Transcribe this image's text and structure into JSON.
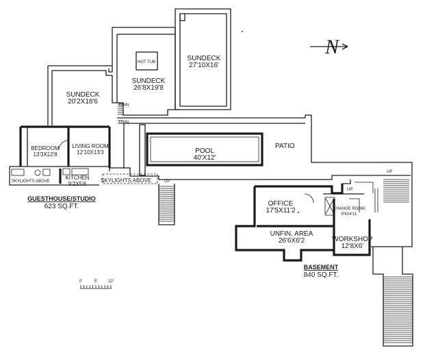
{
  "rooms": {
    "sundeck_top": {
      "name": "SUNDECK",
      "size": "27'10X16'"
    },
    "hot_tub": "HOT TUB",
    "sundeck_mid": {
      "name": "SUNDECK",
      "size": "26'8X19'8"
    },
    "sundeck_left": {
      "name": "SUNDECK",
      "size": "20'2X18'6"
    },
    "bedroom": {
      "name": "BEDROOM",
      "size": "13'3X12'8"
    },
    "living_room": {
      "name": "LIVING ROOM",
      "size": "12'10X13'3"
    },
    "kitchen": {
      "name": "KITCHEN",
      "size": "9'2X5'6"
    },
    "pool": {
      "name": "POOL",
      "size": "40'X12'"
    },
    "patio": "PATIO",
    "office": {
      "name": "OFFICE",
      "size": "17'5X11'2"
    },
    "change_room": {
      "name": "CHANGE ROOM",
      "size": "8'6X4'11"
    },
    "unfinished_area": {
      "name": "UNFIN. AREA",
      "size": "26'6X6'2"
    },
    "workshop": {
      "name": "WORKSHOP",
      "size": "12'8X6'"
    }
  },
  "annotations": {
    "skylights_left": "SKYLIGHTS ABOVE",
    "skylights_right": "SKYLIGHTS ABOVE",
    "dwn_1": "DWN",
    "dwn_2": "DWN",
    "up_stair_left": "UP",
    "up_stair_right": "UP",
    "up_small": "UP"
  },
  "areas": {
    "guesthouse": {
      "name": "GUESTHOUSE/STUDIO",
      "sqft": "623 SQ.FT."
    },
    "basement": {
      "name": "BASEMENT",
      "sqft": "840 SQ.FT."
    }
  },
  "scale_bar": {
    "labels": [
      "0'",
      "5'",
      "10'"
    ]
  },
  "north_arrow": {
    "letter": "N"
  }
}
